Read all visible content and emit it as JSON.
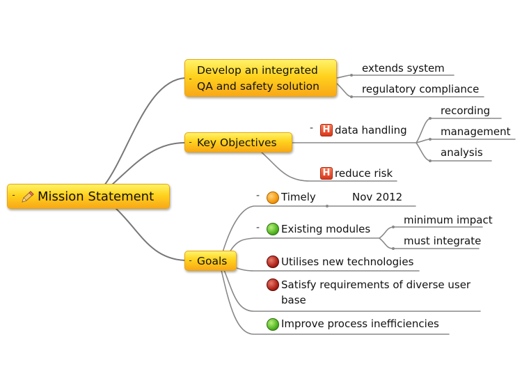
{
  "root": {
    "label": "Mission Statement",
    "icon": "pencil-icon"
  },
  "branches": {
    "develop": {
      "label_line1": "Develop an integrated",
      "label_line2": "QA and safety solution",
      "children": [
        "extends system",
        "regulatory compliance"
      ]
    },
    "objectives": {
      "label": "Key Objectives",
      "data_handling": {
        "label": "data handling",
        "priority_icon": "H",
        "children": [
          "recording",
          "management",
          "analysis"
        ]
      },
      "reduce_risk": {
        "label": "reduce risk",
        "priority_icon": "H"
      }
    },
    "goals": {
      "label": "Goals",
      "timely": {
        "label": "Timely",
        "child": "Nov 2012"
      },
      "existing": {
        "label": "Existing modules",
        "children": [
          "minimum impact",
          "must integrate"
        ]
      },
      "technologies": {
        "label": "Utilises new technologies"
      },
      "satisfy": {
        "label_line1": "Satisfy requirements of diverse user",
        "label_line2": "base"
      },
      "improve": {
        "label": "Improve process inefficiencies"
      }
    }
  },
  "collapse_symbol": "-",
  "colors": {
    "node_fill_top": "#fff36a",
    "node_fill_bottom": "#f8a818",
    "connector": "#777777",
    "priority_orange": "#f39a10",
    "priority_green": "#52b521",
    "priority_red": "#b0231a",
    "flag_red": "#d8371c"
  }
}
